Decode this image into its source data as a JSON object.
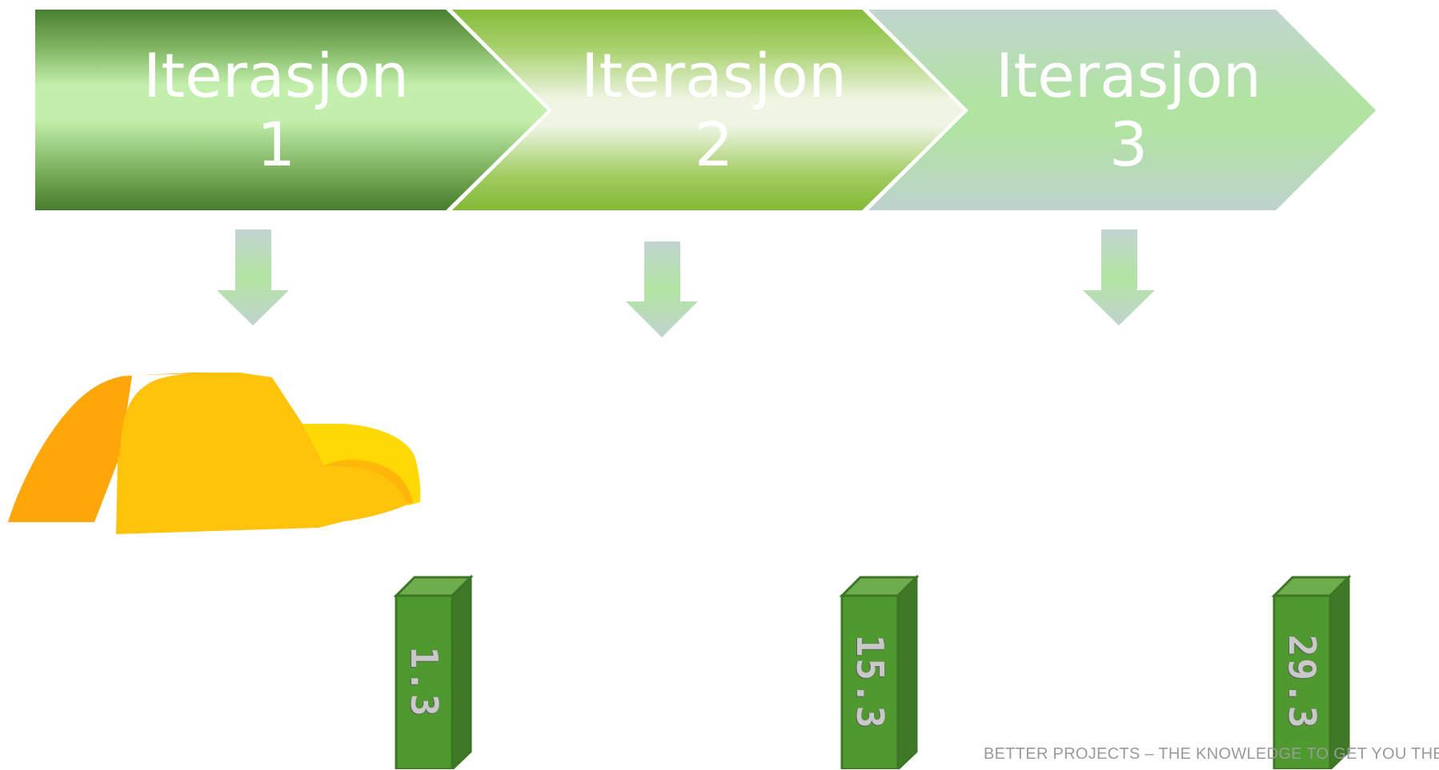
{
  "steps": [
    {
      "line1": "Iterasjon",
      "line2": "1"
    },
    {
      "line1": "Iterasjon",
      "line2": "2"
    },
    {
      "line1": "Iterasjon",
      "line2": "3"
    }
  ],
  "boxes": [
    {
      "value": "1.3"
    },
    {
      "value": "15.3"
    },
    {
      "value": "29.3"
    }
  ],
  "footer": {
    "text": "BETTER PROJECTS – THE KNOWLEDGE TO GET YOU THERE"
  },
  "colors": {
    "dark_green": "#4a7f30",
    "light_green": "#c2efac",
    "lime": "#86bb3a",
    "pale": "#eef5e2",
    "grey_green": "#bfd2cf",
    "box_green": "#4e9a2f",
    "car_orange": "#ffa60a",
    "car_yellow": "#ffc30c"
  }
}
